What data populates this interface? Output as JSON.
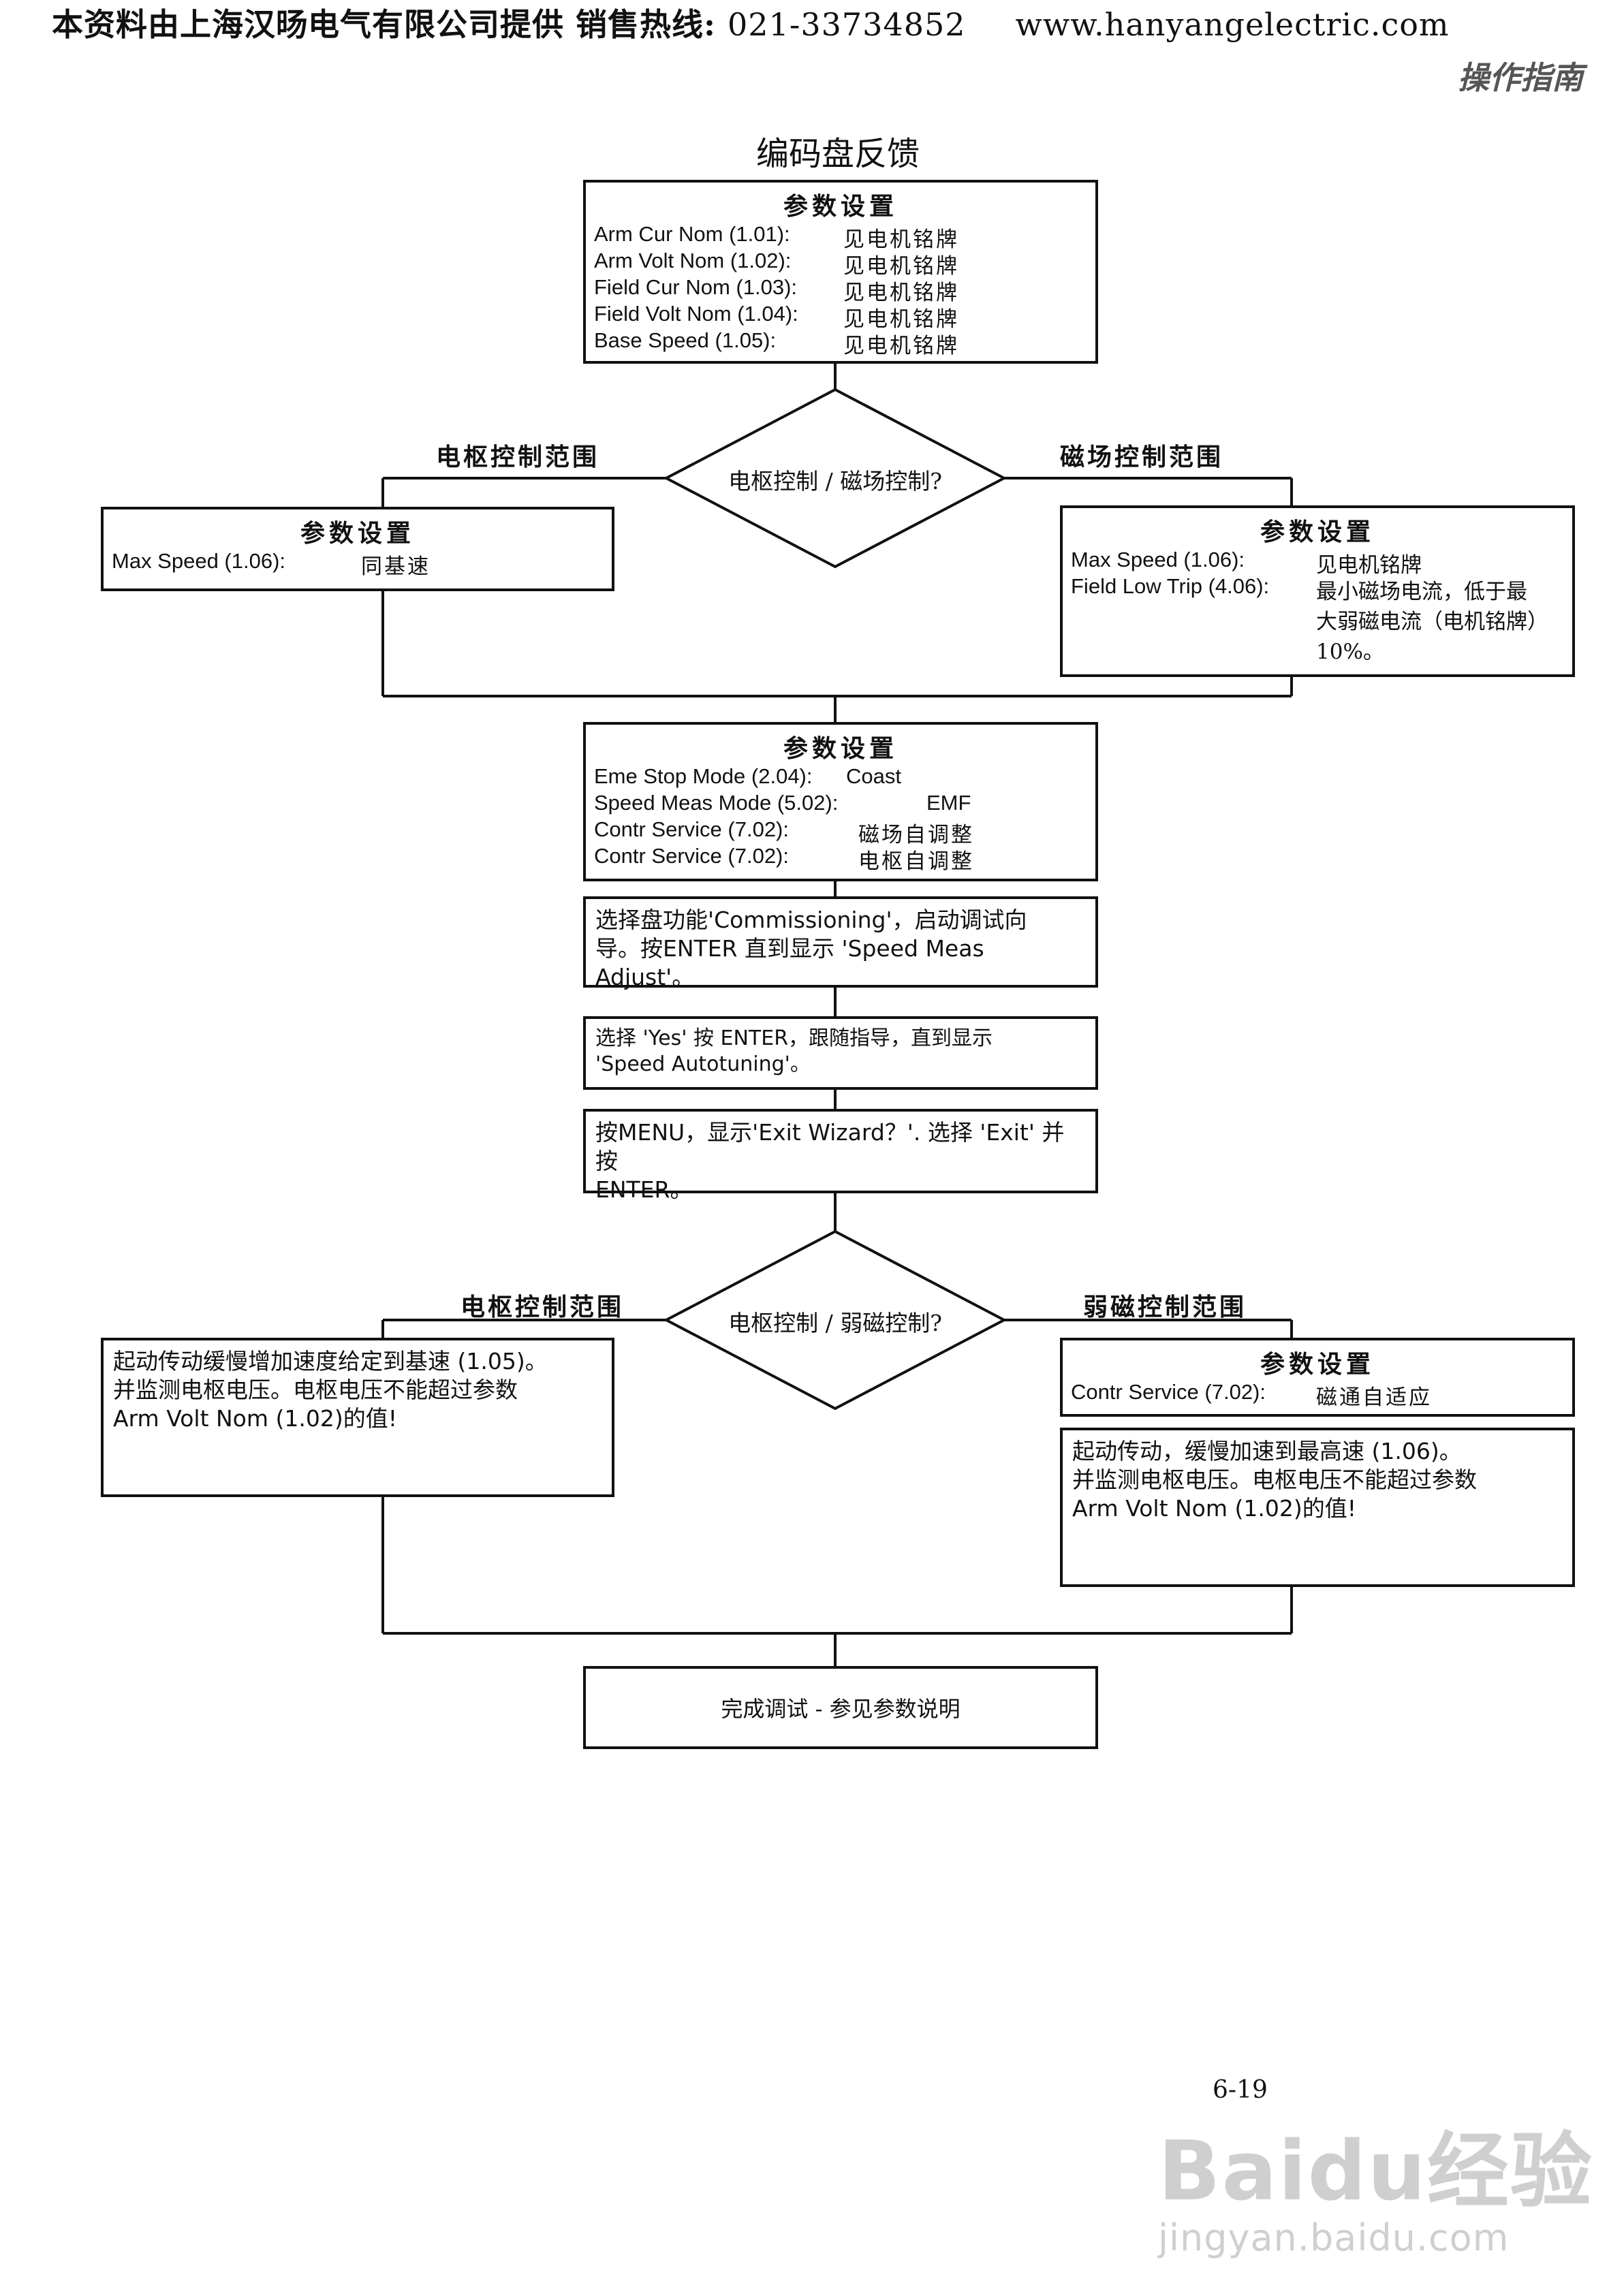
{
  "header": {
    "left_text": "本资料由上海汉旸电气有限公司提供 销售热线:",
    "phone": "021-33734852",
    "website": "www.hanyangelectric.com",
    "subtitle": "操作指南"
  },
  "flow_title": "编码盘反馈",
  "box1": {
    "title": "参数设置",
    "rows": [
      {
        "k": "Arm Cur Nom (1.01):",
        "v": "见电机铭牌"
      },
      {
        "k": "Arm Volt Nom (1.02):",
        "v": "见电机铭牌"
      },
      {
        "k": "Field Cur Nom (1.03):",
        "v": "见电机铭牌"
      },
      {
        "k": "Field Volt Nom (1.04):",
        "v": "见电机铭牌"
      },
      {
        "k": "Base Speed (1.05):",
        "v": "见电机铭牌"
      }
    ]
  },
  "decision1": {
    "question": "电枢控制 / 磁场控制?",
    "left_label": "电枢控制范围",
    "right_label": "磁场控制范围"
  },
  "box_left1": {
    "title": "参数设置",
    "row": {
      "k": "Max Speed (1.06):",
      "v": "同基速"
    }
  },
  "box_right1": {
    "title": "参数设置",
    "row1": {
      "k": "Max Speed (1.06):",
      "v": "见电机铭牌"
    },
    "row2": {
      "k": "Field Low Trip (4.06):",
      "v": "最小磁场电流，低于最"
    },
    "row3": "大弱磁电流（电机铭牌）",
    "row4": "10%。"
  },
  "box2": {
    "title": "参数设置",
    "rows": [
      {
        "k": "Eme Stop Mode (2.04):",
        "v": "Coast"
      },
      {
        "k": "Speed Meas Mode (5.02):",
        "v": "EMF"
      },
      {
        "k": "Contr Service (7.02):",
        "v": "磁场自调整"
      },
      {
        "k": "Contr Service (7.02):",
        "v": "电枢自调整"
      }
    ]
  },
  "box3": {
    "line1": "选择盘功能'Commissioning'，启动调试向",
    "line2": "导。按ENTER 直到显示 'Speed Meas Adjust'。"
  },
  "box4": {
    "line1": "选择 'Yes' 按 ENTER，跟随指导，直到显示",
    "line2": "'Speed Autotuning'。"
  },
  "box5": {
    "line1": "按MENU，显示'Exit Wizard？'. 选择 'Exit' 并按",
    "line2": "ENTER。"
  },
  "decision2": {
    "question": "电枢控制 / 弱磁控制?",
    "left_label": "电枢控制范围",
    "right_label": "弱磁控制范围"
  },
  "box_left2": {
    "line1": "起动传动缓慢增加速度给定到基速 (1.05)。",
    "line2": "并监测电枢电压。电枢电压不能超过参数",
    "line3": "Arm Volt Nom (1.02)的值!"
  },
  "box_right2": {
    "title": "参数设置",
    "row": {
      "k": "Contr Service (7.02):",
      "v": "磁通自适应"
    }
  },
  "box_right3": {
    "line1": "起动传动，缓慢加速到最高速 (1.06)。",
    "line2": "并监测电枢电压。电枢电压不能超过参数",
    "line3": " Arm Volt Nom (1.02)的值!"
  },
  "box_final": {
    "text": "完成调试 - 参见参数说明"
  },
  "page_number": "6-19",
  "watermark": {
    "brand": "Baidu经验",
    "url": "jingyan.baidu.com"
  }
}
